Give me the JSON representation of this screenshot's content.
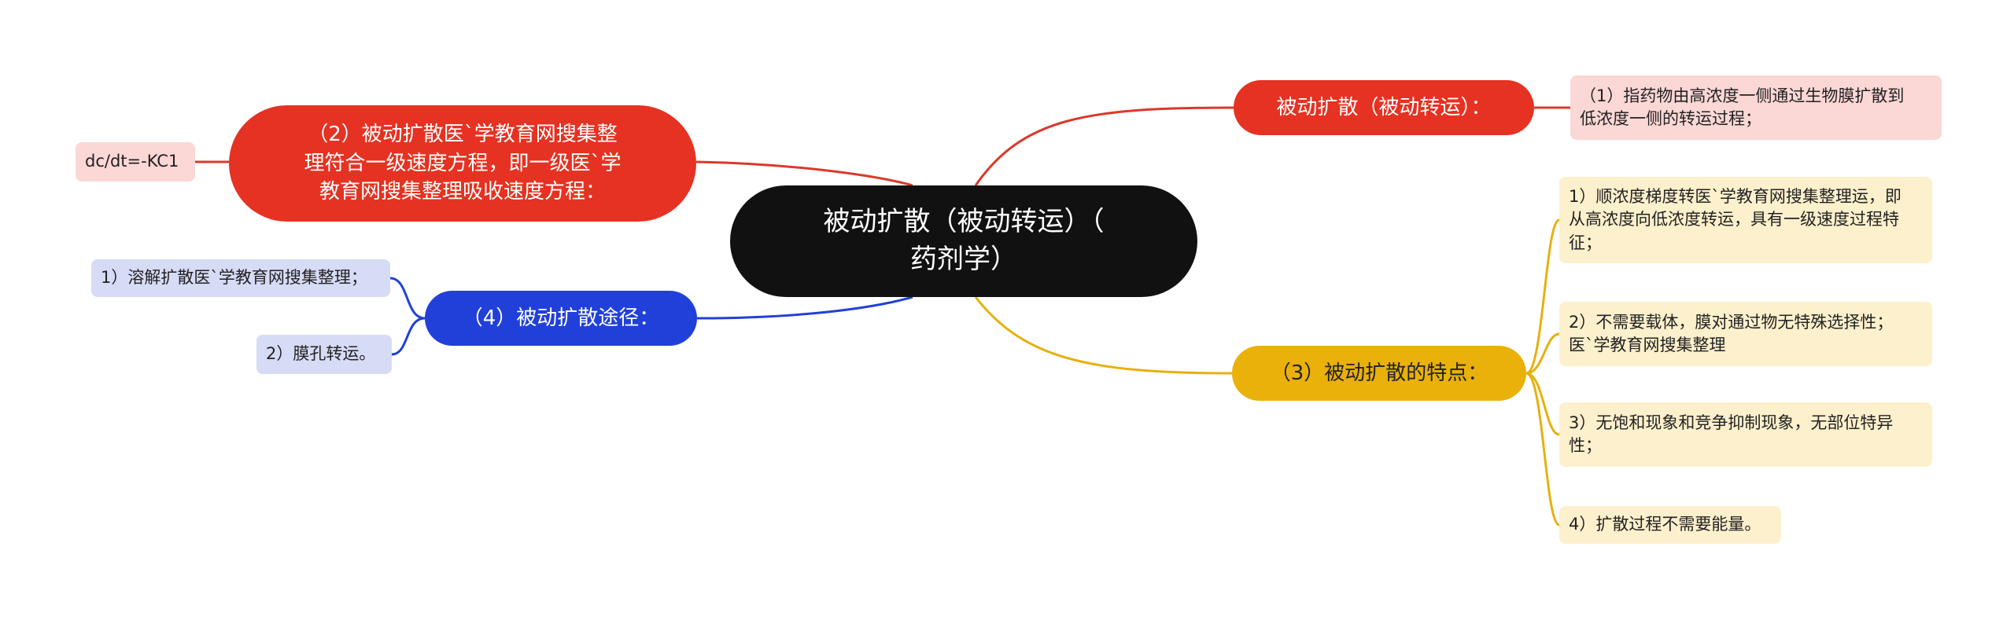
{
  "center": {
    "label": "被动扩散（被动转运）（\n药剂学）"
  },
  "branches": [
    {
      "label": "被动扩散（被动转运）：",
      "color": "#e53222",
      "children": [
        "（1）指药物由高浓度一侧通过生物膜扩散到\n低浓度一侧的转运过程；"
      ]
    },
    {
      "label": "（2）被动扩散医`学教育网搜集整\n理符合一级速度方程，即一级医`学\n教育网搜集整理吸收速度方程：",
      "color": "#e53222",
      "children": [
        "dc/dt=-KC1"
      ]
    },
    {
      "label": "（3）被动扩散的特点：",
      "color": "#eab10a",
      "children": [
        "1）顺浓度梯度转医`学教育网搜集整理运，即\n从高浓度向低浓度转运，具有一级速度过程特\n征；",
        "2）不需要载体，膜对通过物无特殊选择性；\n医`学教育网搜集整理",
        "3）无饱和现象和竞争抑制现象，无部位特异\n性；",
        "4）扩散过程不需要能量。"
      ]
    },
    {
      "label": "（4）被动扩散途径：",
      "color": "#2140d9",
      "children": [
        "1）溶解扩散医`学教育网搜集整理；",
        "2）膜孔转运。"
      ]
    }
  ]
}
